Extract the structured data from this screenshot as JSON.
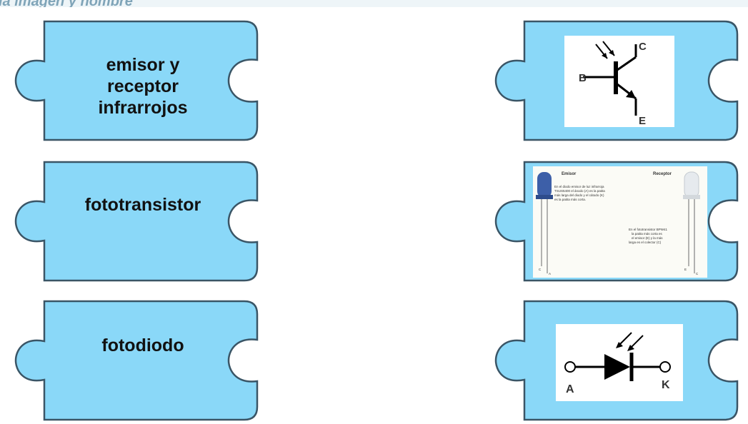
{
  "header": {
    "title": "la imagen y nombre"
  },
  "left_pieces": [
    {
      "label_lines": [
        "emisor y",
        "receptor",
        "infrarrojos"
      ]
    },
    {
      "label_lines": [
        "fototransistor"
      ]
    },
    {
      "label_lines": [
        "fotodiodo"
      ]
    }
  ],
  "right_pieces": [
    {
      "image": "phototransistor-symbol",
      "terminals": {
        "base": "B",
        "collector": "C",
        "emitter": "E"
      }
    },
    {
      "image": "infrared-emitter-receiver-photo",
      "emitter_title": "Emisor",
      "receiver_title": "Receptor",
      "emitter_text": [
        "En el diodo emisor de luz infrarroja",
        "TSUS5400 el ánodo (A) es la patita",
        "más larga del diodo y el cátodo (K)",
        "es la patita más corta."
      ],
      "receiver_text": [
        "En el fototransistor BPW41",
        "la patita más corta es",
        "el emisor (E) y la más",
        "larga es el colector (C)"
      ],
      "emitter_leg_labels": [
        "C",
        "A"
      ],
      "receiver_leg_labels": [
        "E",
        "C"
      ]
    },
    {
      "image": "photodiode-symbol",
      "terminals": {
        "anode": "A",
        "cathode": "K"
      }
    }
  ],
  "colors": {
    "piece_fill": "#8ad8f8",
    "piece_border": "#3a5566",
    "header_text": "#7fa4b8"
  }
}
